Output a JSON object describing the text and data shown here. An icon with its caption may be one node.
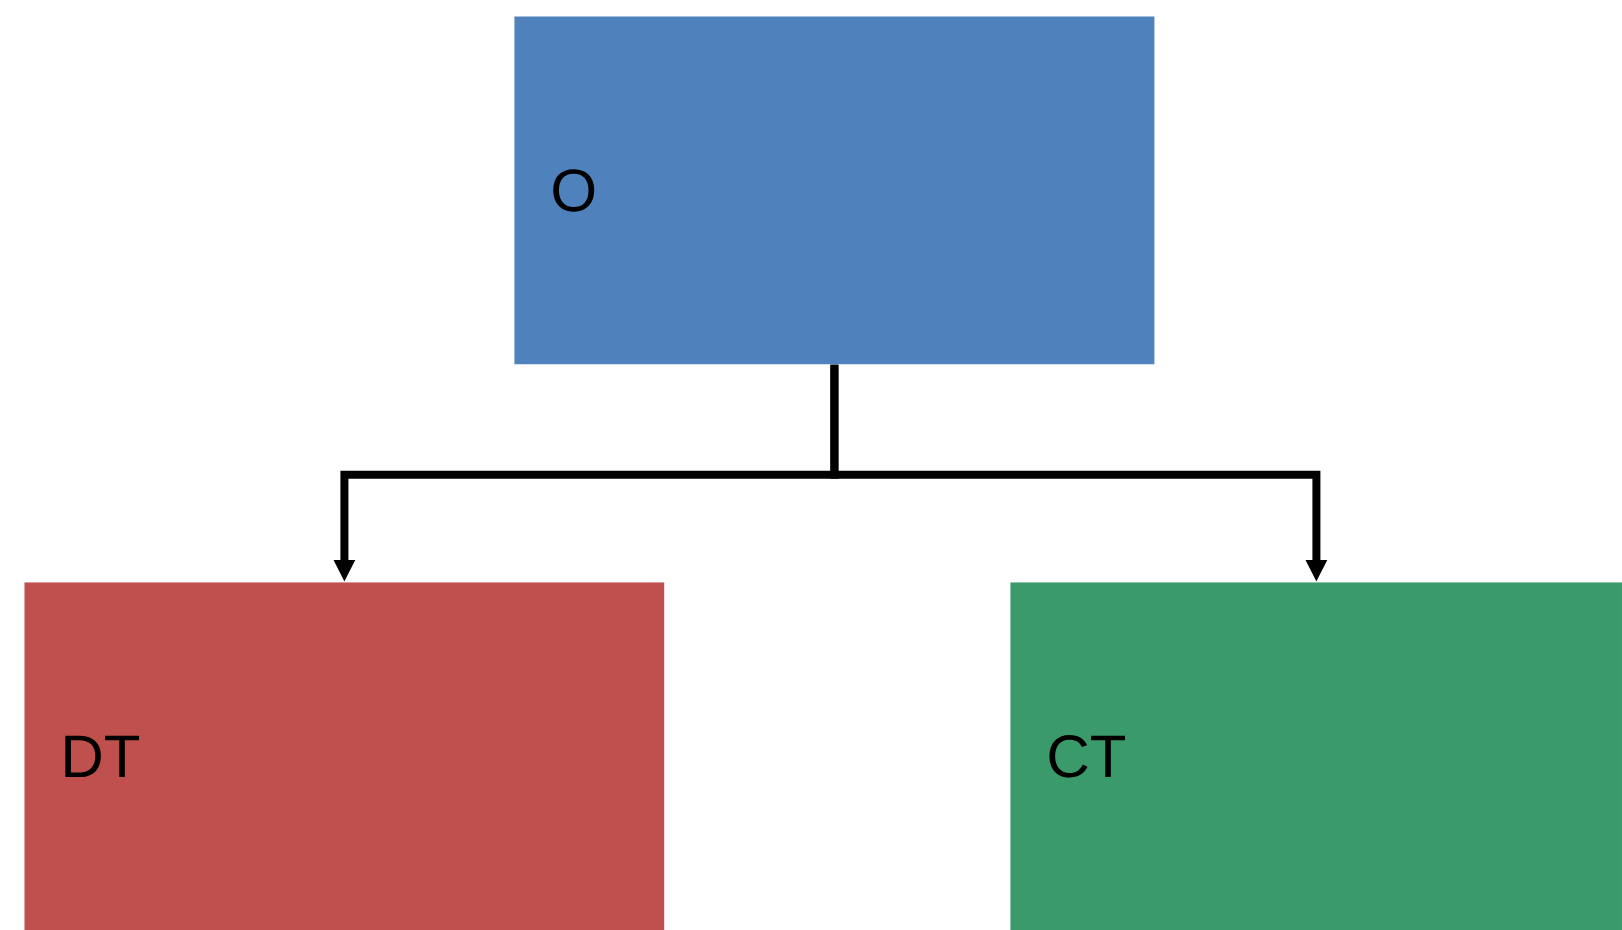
{
  "diagram": {
    "nodes": [
      {
        "text": [
          "O"
        ]
      },
      {
        "text": [
          "DT"
        ]
      },
      {
        "text": [
          "CT"
        ]
      }
    ],
    "edges": [
      {
        "from": 0,
        "to": 1,
        "arrow": "to"
      },
      {
        "from": 0,
        "to": 2,
        "arrow": "to"
      }
    ]
  }
}
